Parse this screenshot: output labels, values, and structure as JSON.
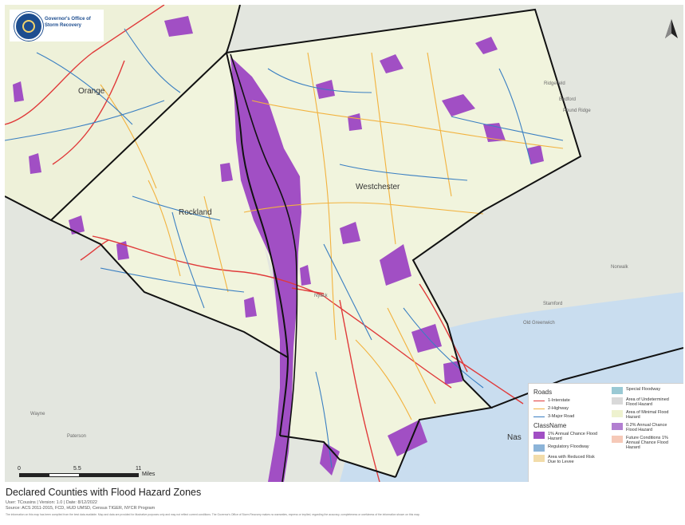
{
  "header": {
    "logo_text": "Governor's Office of Storm Recovery"
  },
  "map": {
    "counties": [
      "Orange",
      "Rockland",
      "Westchester"
    ],
    "places": [
      "Ridgefield",
      "Bedford",
      "Pound Ridge",
      "Norwalk",
      "Stamford",
      "Old Greenwich",
      "Nyack",
      "Wayne",
      "Paterson",
      "Nas"
    ],
    "colors": {
      "flood_1pct": "#a14fc4",
      "land": "#f1f4dd",
      "outside": "#e3e6df",
      "water": "#c9ddef",
      "interstate": "#e03a3a",
      "highway": "#f2b23e",
      "major_road": "#3a7fc2",
      "boundary": "#111111"
    }
  },
  "legend": {
    "roads_title": "Roads",
    "roads": [
      {
        "label": "1-Interstate",
        "color": "#e03a3a"
      },
      {
        "label": "2-Highway",
        "color": "#f2b23e"
      },
      {
        "label": "3-Major Road",
        "color": "#3a7fc2"
      }
    ],
    "class_title": "ClassName",
    "classes_left": [
      {
        "label": "1% Annual Chance Flood Hazard",
        "color": "#a14fc4"
      },
      {
        "label": "Regulatory Floodway",
        "color": "#8cb4d8"
      },
      {
        "label": "Area with Reduced Risk Due to Levee",
        "color": "#f2dcaa"
      }
    ],
    "classes_right": [
      {
        "label": "Special Floodway",
        "color": "#9ac9d4"
      },
      {
        "label": "Area of Undetermined Flood Hazard",
        "color": "#d9d9d9"
      },
      {
        "label": "Area of Minimal Flood Hazard",
        "color": "#eef2cf"
      },
      {
        "label": "0.2% Annual Chance Flood Hazard",
        "color": "#b27fd1"
      },
      {
        "label": "Future Conditions 1% Annual Chance Flood Hazard",
        "color": "#f6c9b8"
      }
    ]
  },
  "scalebar": {
    "ticks": [
      "0",
      "5.5",
      "11"
    ],
    "unit": "Miles"
  },
  "footer": {
    "title": "Declared Counties with Flood Hazard Zones",
    "user_line": "User: TCousins | Version: 1.0 | Date: 8/12/2022",
    "source_line": "Source: ACS 2011-2015, FCD, HUD UMSD, Census TIGER, NYCR Program",
    "disclaimer": "The information on this map has been compiled from the best data available. Map and data are provided for illustrative purposes only and may not reflect current conditions. The Governor's Office of Storm Recovery makes no warranties, express or implied, regarding the accuracy, completeness or usefulness of the information shown on this map."
  }
}
